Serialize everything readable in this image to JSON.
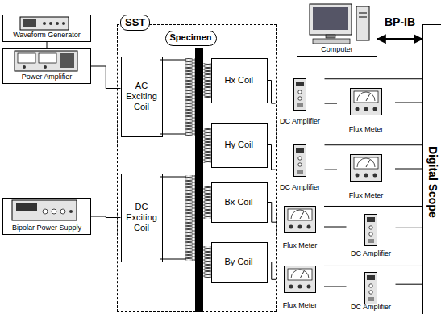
{
  "diagram": {
    "nodes": [
      {
        "text": [
          "SST"
        ]
      },
      {
        "text": [
          "Specimen"
        ],
        "in": 0
      },
      {
        "text": [
          "AC Exciting Coil"
        ],
        "in": 0
      },
      {
        "text": [
          "DC Exciting Coil"
        ],
        "in": 0
      },
      {
        "text": [
          "Hx Coil"
        ],
        "in": 0
      },
      {
        "text": [
          "Hy Coil"
        ],
        "in": 0
      },
      {
        "text": [
          "Bx Coil"
        ],
        "in": 0
      },
      {
        "text": [
          "By Coil"
        ],
        "in": 0
      },
      {
        "text": [
          "Computer"
        ]
      },
      {
        "text": [
          "Waveform Generator"
        ]
      },
      {
        "text": [
          "Power Amplifier"
        ]
      },
      {
        "text": [
          "Bipolar Power Supply"
        ]
      },
      {
        "text": [
          "DC Amplifier"
        ]
      },
      {
        "text": [
          "Flux Meter"
        ]
      },
      {
        "text": [
          "DC Amplifier"
        ]
      },
      {
        "text": [
          "Flux Meter"
        ]
      },
      {
        "text": [
          "Flux Meter"
        ]
      },
      {
        "text": [
          "DC Amplifier"
        ]
      },
      {
        "text": [
          "Flux Meter"
        ]
      },
      {
        "text": [
          "DC Amplifier"
        ]
      },
      {
        "text": [
          "Digital Scope"
        ]
      }
    ],
    "edges": [
      {
        "from": 9,
        "to": 10,
        "arrow": "none"
      },
      {
        "from": 10,
        "to": 2,
        "arrow": "none"
      },
      {
        "from": 11,
        "to": 3,
        "arrow": "none"
      },
      {
        "from": 4,
        "to": 12,
        "arrow": "none"
      },
      {
        "from": 12,
        "to": 13,
        "arrow": "none"
      },
      {
        "from": 12,
        "to": 20,
        "arrow": "none"
      },
      {
        "from": 13,
        "to": 20,
        "arrow": "none"
      },
      {
        "from": 5,
        "to": 14,
        "arrow": "none"
      },
      {
        "from": 14,
        "to": 15,
        "arrow": "none"
      },
      {
        "from": 14,
        "to": 20,
        "arrow": "none"
      },
      {
        "from": 15,
        "to": 20,
        "arrow": "none"
      },
      {
        "from": 6,
        "to": 16,
        "arrow": "none"
      },
      {
        "from": 16,
        "to": 17,
        "arrow": "none"
      },
      {
        "from": 16,
        "to": 20,
        "arrow": "none"
      },
      {
        "from": 17,
        "to": 20,
        "arrow": "none"
      },
      {
        "from": 7,
        "to": 18,
        "arrow": "none"
      },
      {
        "from": 18,
        "to": 19,
        "arrow": "none"
      },
      {
        "from": 18,
        "to": 20,
        "arrow": "none"
      },
      {
        "from": 19,
        "to": 20,
        "arrow": "none"
      },
      {
        "from": 8,
        "to": 20,
        "label": "BP-IB",
        "arrow": "both"
      }
    ]
  }
}
